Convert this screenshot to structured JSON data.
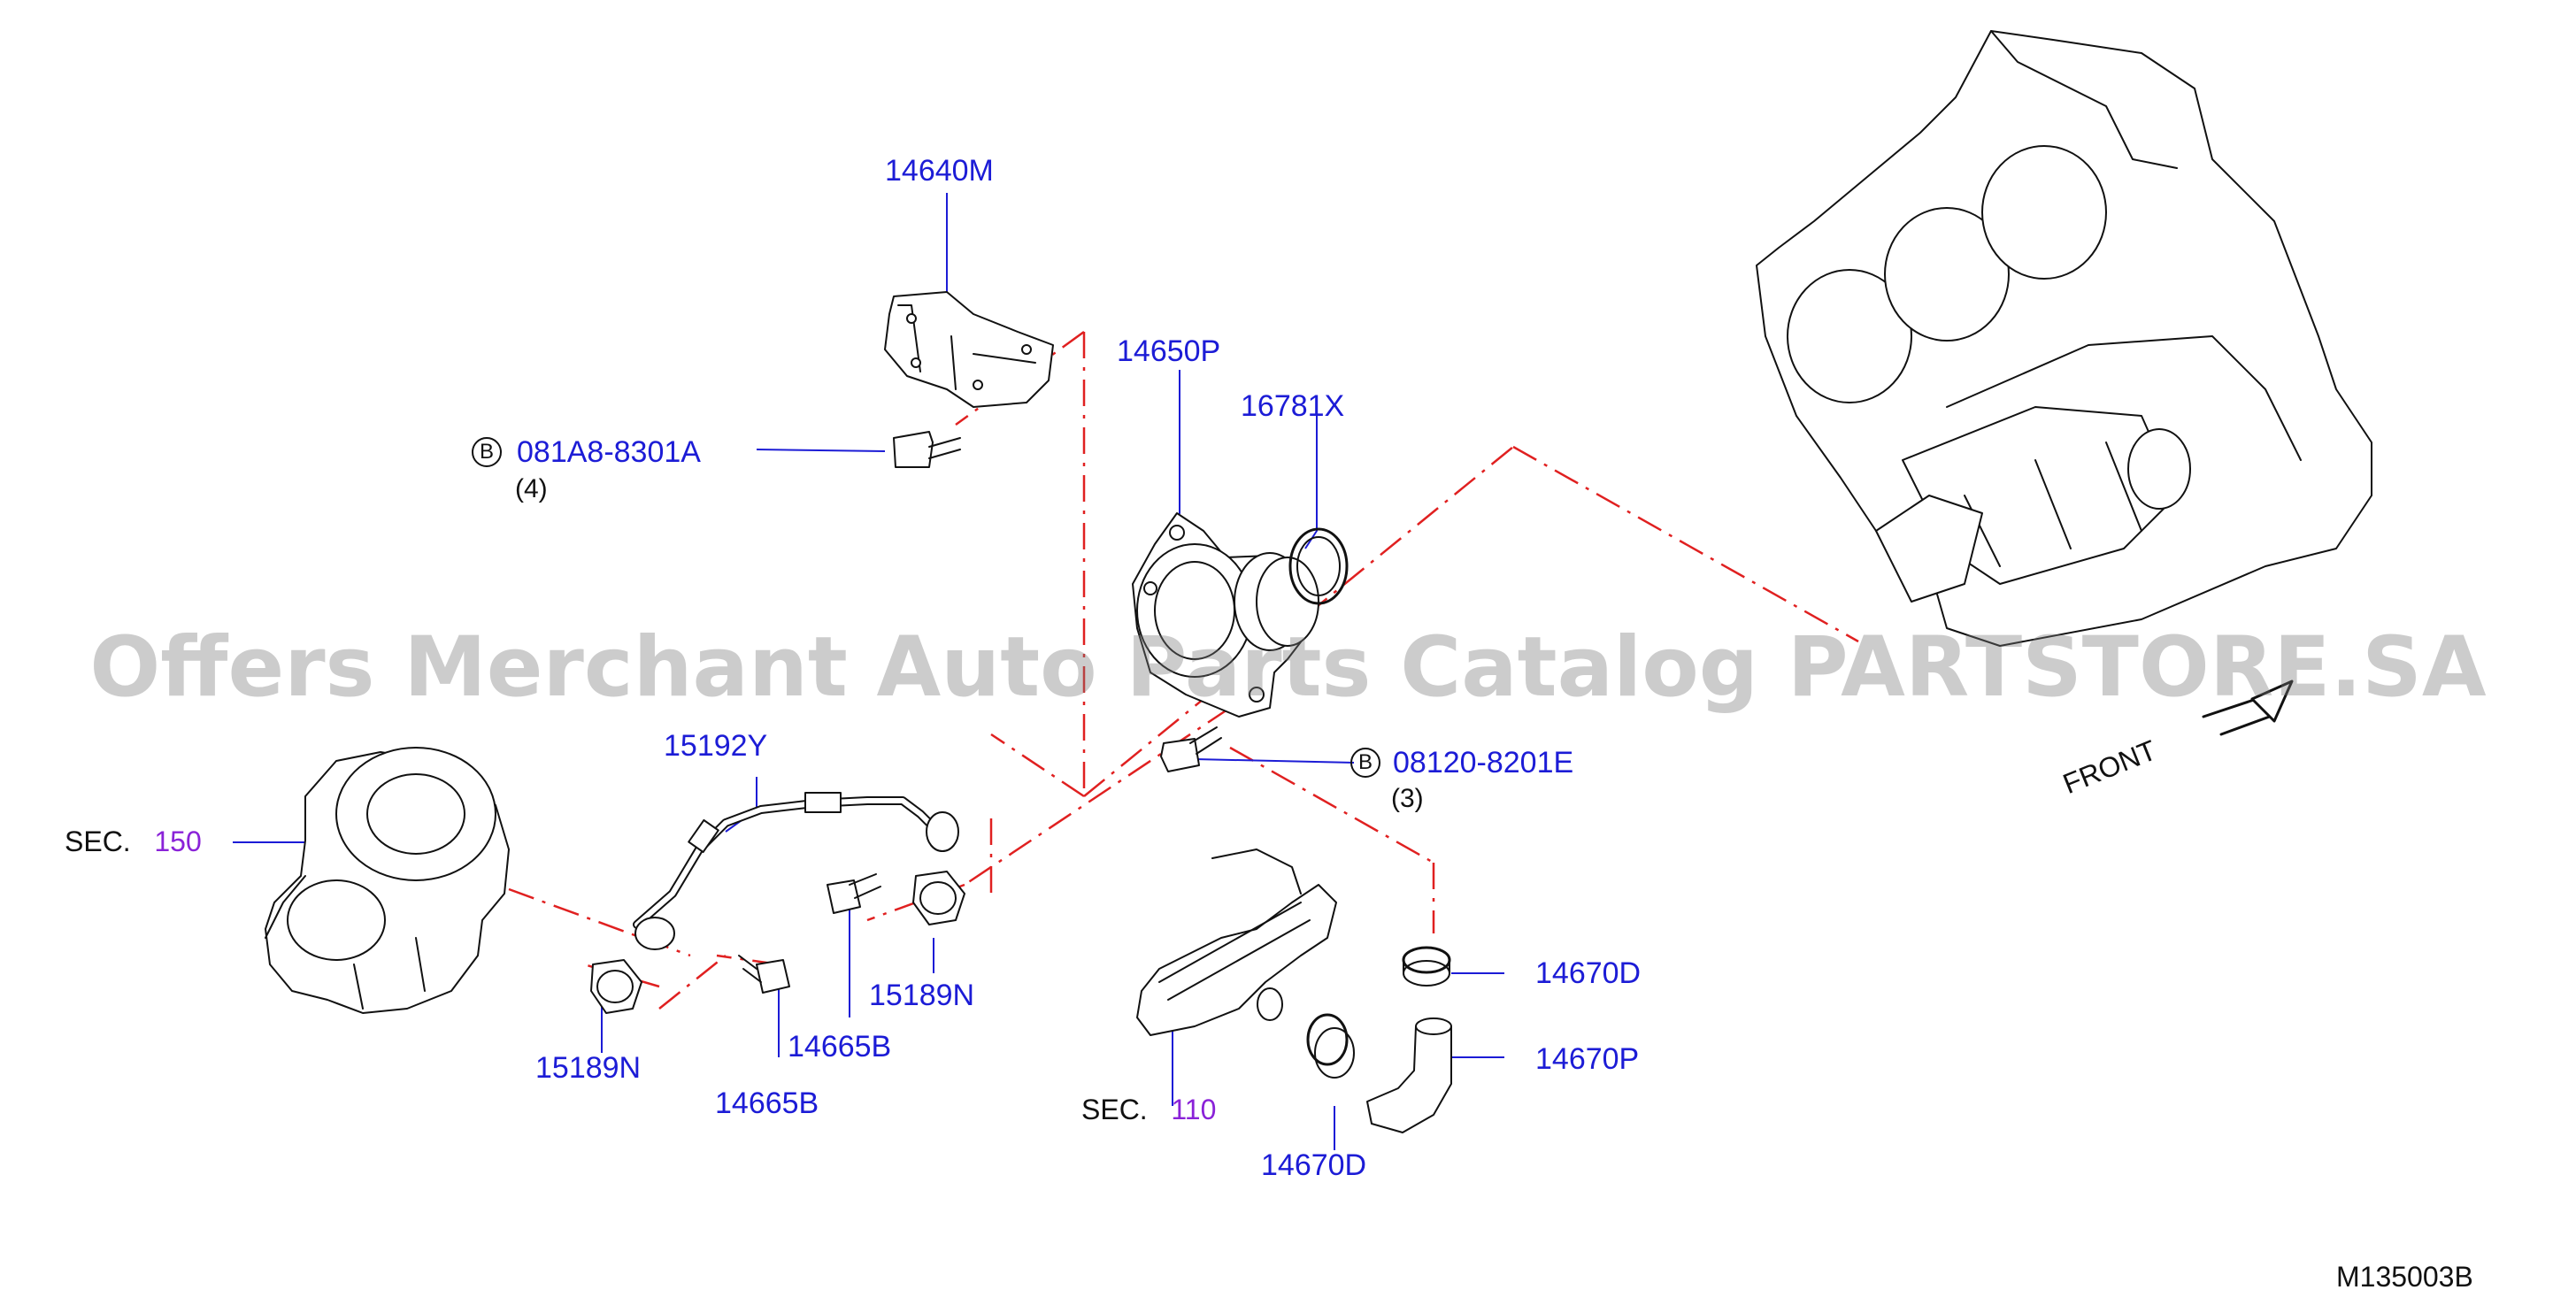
{
  "watermark": "Offers Merchant Auto Parts Catalog PARTSTORE.SA",
  "diagram_code": "M135003B",
  "front_label": "FRONT",
  "bolt_badge": "B",
  "callouts": {
    "bracket": "14640M",
    "housing": "14650P",
    "oring": "16781X",
    "tube": "15192Y",
    "gasket_right": "15189N",
    "gasket_left": "15189N",
    "bolt_right": "14665B",
    "bolt_left": "14665B",
    "clamp_upper": "14670D",
    "clamp_lower": "14670D",
    "hose": "14670P"
  },
  "bolts": {
    "upper": {
      "part": "081A8-8301A",
      "qty": "(4)"
    },
    "lower": {
      "part": "08120-8201E",
      "qty": "(3)"
    }
  },
  "sections": {
    "turbo": {
      "prefix": "SEC.",
      "number": "150"
    },
    "pipe": {
      "prefix": "SEC.",
      "number": "110"
    }
  },
  "colors": {
    "callout_text": "#1c1cd6",
    "section_number": "#8a22d8",
    "leader_line": "#1c1cd6",
    "center_line": "#e02020",
    "drawing_line": "#111111"
  }
}
